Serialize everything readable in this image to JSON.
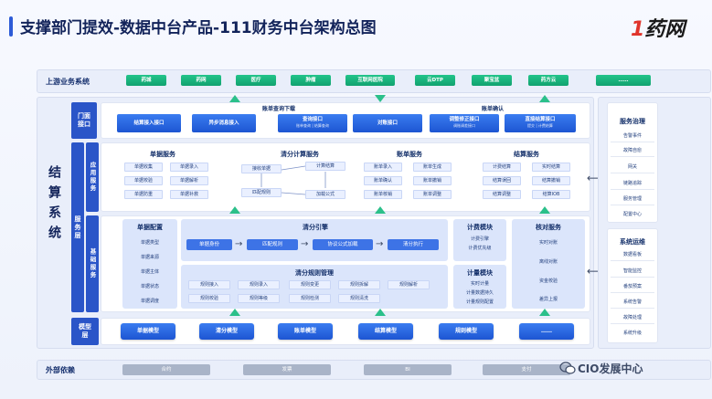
{
  "header": {
    "title": "支撑部门提效-数据中台产品-111财务中台架构总图",
    "logo_num": "1",
    "logo_text": "药网"
  },
  "upstream": {
    "label": "上游业务系统",
    "items": [
      "药城",
      "药网",
      "医疗",
      "肿瘤",
      "互联网医院",
      "云DTP",
      "聚宝盆",
      "药方云",
      "……"
    ]
  },
  "settlement_system": {
    "label": "结算系统"
  },
  "portal": {
    "label": "门面接口",
    "top_labels": [
      "账单查询下载",
      "账单确认"
    ],
    "buttons": [
      {
        "label": "结算接入接口",
        "sub": ""
      },
      {
        "label": "异步消息接入",
        "sub": ""
      },
      {
        "label": "查询接口",
        "sub": "账单查询 | 结算查询"
      },
      {
        "label": "对账接口",
        "sub": ""
      },
      {
        "label": "调整修正接口",
        "sub": "调账调差接口"
      },
      {
        "label": "直接结算接口",
        "sub": "提交 | 计费结算"
      }
    ]
  },
  "service_layer": {
    "label": "服务层"
  },
  "app_service": {
    "label": "应用服务",
    "bill": {
      "title": "单据服务",
      "items": [
        "单据收集",
        "单据录入",
        "单据校验",
        "单据解析",
        "单据防重",
        "单据补救"
      ]
    },
    "calc": {
      "title": "清分计算服务",
      "items": [
        "接收单据",
        "计算结算",
        "匹配规则",
        "加载公式"
      ]
    },
    "account": {
      "title": "账单服务",
      "items": [
        "账单录入",
        "账单生成",
        "账单确认",
        "账单撤销",
        "账单核销",
        "账单调整"
      ]
    },
    "settle": {
      "title": "结算服务",
      "items": [
        "计费结算",
        "实时结算",
        "结算误回",
        "结算撤销",
        "结算调整",
        "结算IOB"
      ]
    }
  },
  "base_service": {
    "label": "基础服务",
    "bill_config": {
      "title": "单据配置",
      "items": [
        "单据类型",
        "单据来源",
        "单据主体",
        "单据状态",
        "单据调度"
      ]
    },
    "engine": {
      "title": "清分引擎",
      "steps": [
        "单据身份",
        "匹配规则",
        "协议公式加载",
        "清分执行"
      ]
    },
    "rules": {
      "title": "清分规则管理",
      "items": [
        "规则接入",
        "规则录入",
        "规则变更",
        "规则拆解",
        "规则解析",
        "规则校验",
        "规则等级",
        "规则检测",
        "规则清洗"
      ]
    },
    "billing": {
      "title": "计费模块",
      "items": [
        "计费引擎",
        "计费优先级"
      ]
    },
    "metering": {
      "title": "计量模块",
      "items": [
        "实时计量",
        "计量数据持久",
        "计量规则配置"
      ]
    },
    "reconcile": {
      "title": "核对服务",
      "items": [
        "实时对账",
        "离线对账",
        "资金校验",
        "差异上报"
      ]
    }
  },
  "model_layer": {
    "label": "模型层",
    "items": [
      "单据模型",
      "清分模型",
      "账单模型",
      "结算模型",
      "规则模型",
      "……"
    ]
  },
  "service_gov": {
    "title": "服务治理",
    "items": [
      "告警事件",
      "故障自愈",
      "网关",
      "链路追踪",
      "服务管理",
      "配置中心"
    ]
  },
  "sys_ops": {
    "title": "系统运维",
    "items": [
      "数据看板",
      "智能监控",
      "番茄预案",
      "系统告警",
      "故障处理",
      "系统升级"
    ]
  },
  "external": {
    "label": "外部依赖",
    "items": [
      "合约",
      "发票",
      "BI",
      "支付"
    ]
  },
  "watermark": "CIO发展中心"
}
